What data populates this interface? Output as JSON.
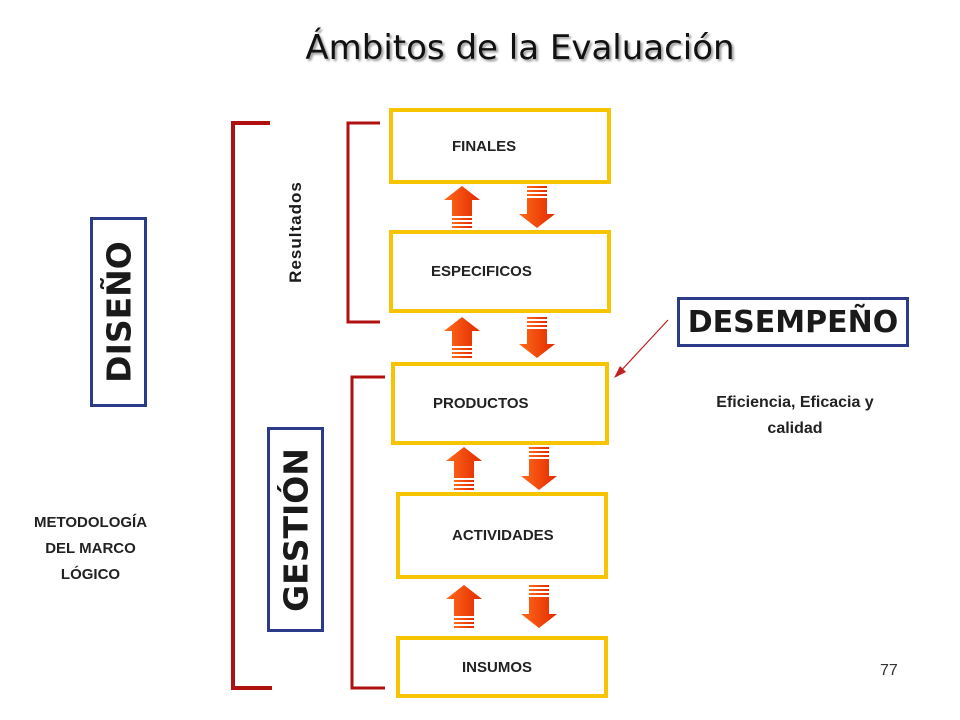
{
  "title": "Ámbitos de la Evaluación",
  "boxes": {
    "finales": "FINALES",
    "especificos": "ESPECIFICOS",
    "productos": "PRODUCTOS",
    "actividades": "ACTIVIDADES",
    "insumos": "INSUMOS"
  },
  "labels": {
    "diseno": "DISEÑO",
    "gestion": "GESTIÓN",
    "resultados": "Resultados",
    "desempeno": "DESEMPEÑO",
    "eficiencia": "Eficiencia, Eficacia y calidad",
    "metodologia": "METODOLOGÍA DEL MARCO LÓGICO",
    "page_number": "77"
  },
  "colors": {
    "box_border": "#f6c400",
    "label_border": "#2c3a8a",
    "bracket": "#b01010",
    "arrow": "#ff3b10"
  }
}
